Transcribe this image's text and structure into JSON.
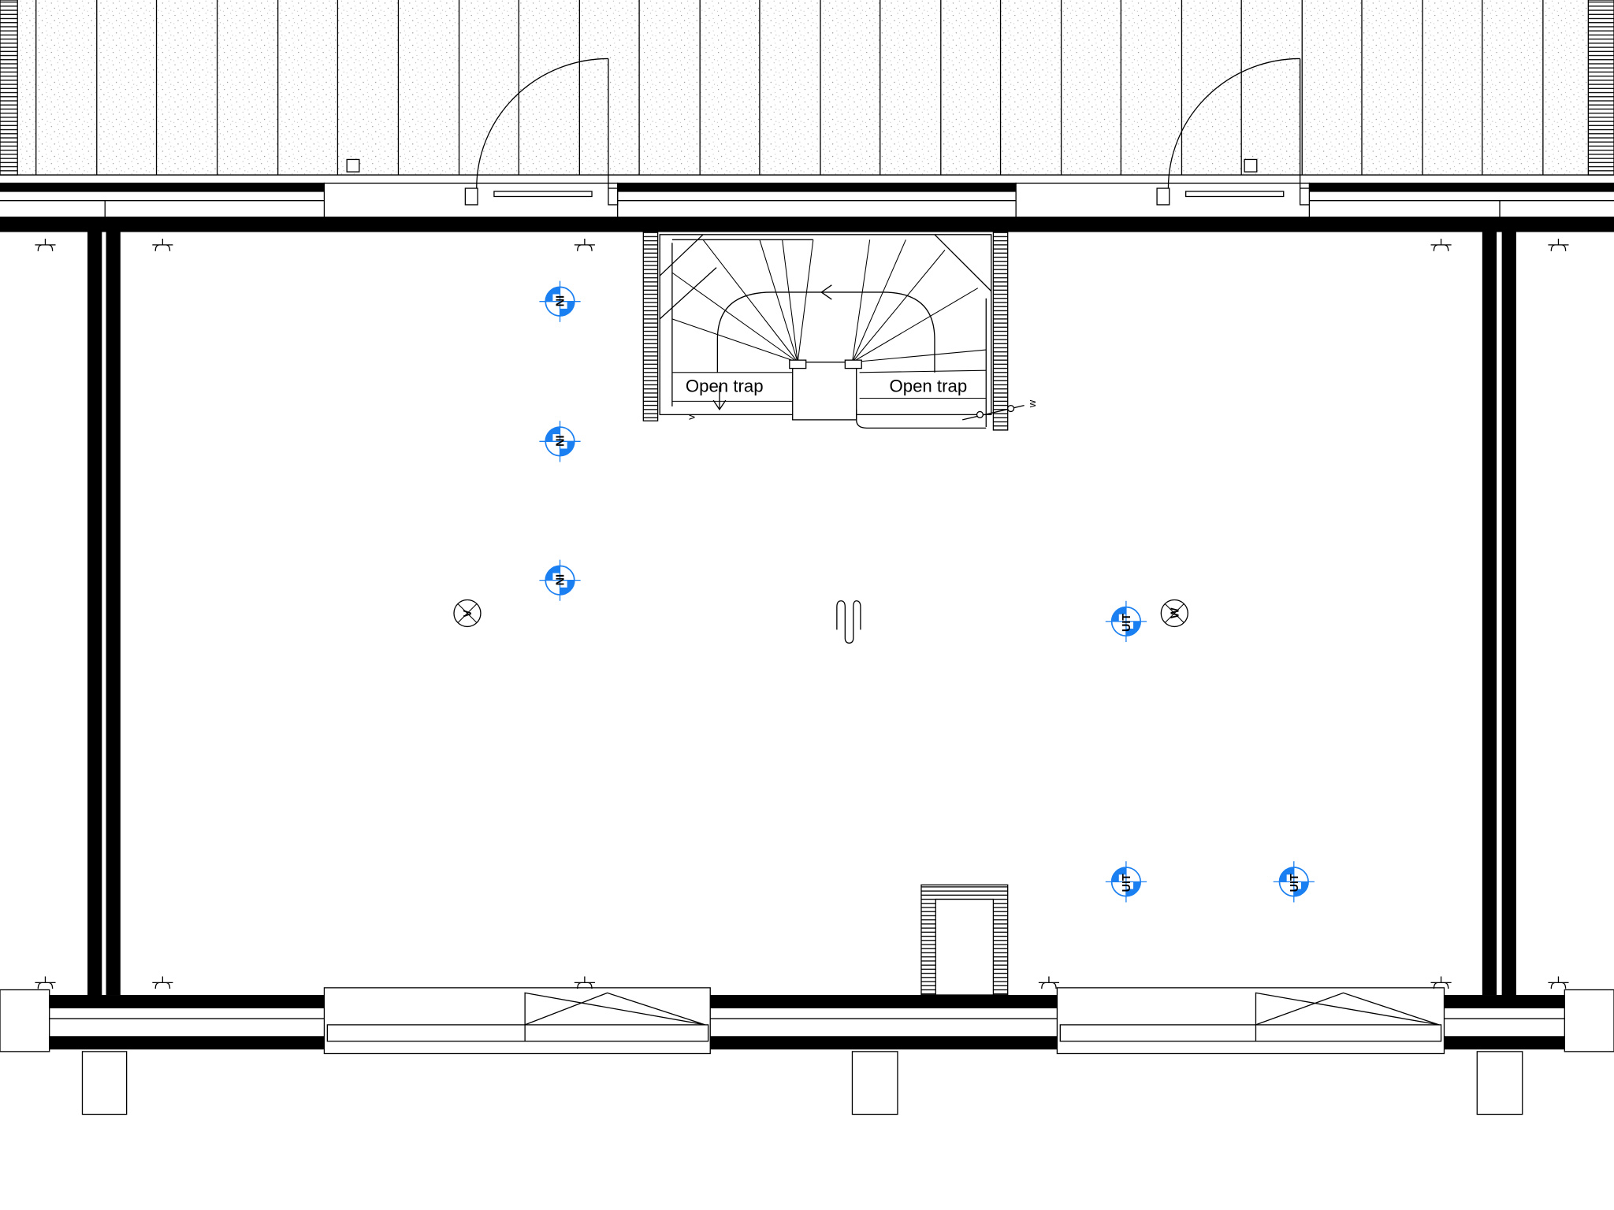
{
  "stair": {
    "label_left": "Open trap",
    "label_right": "Open trap"
  },
  "symbols": {
    "in": [
      "IN",
      "IN",
      "IN"
    ],
    "uit": [
      "UIT",
      "UIT",
      "UIT"
    ],
    "lamp_left": "V",
    "lamp_right": "W",
    "switch_label": "w",
    "stair_switch_label": "v"
  },
  "colors": {
    "accent": "#1a7ff0",
    "line": "#000000"
  }
}
